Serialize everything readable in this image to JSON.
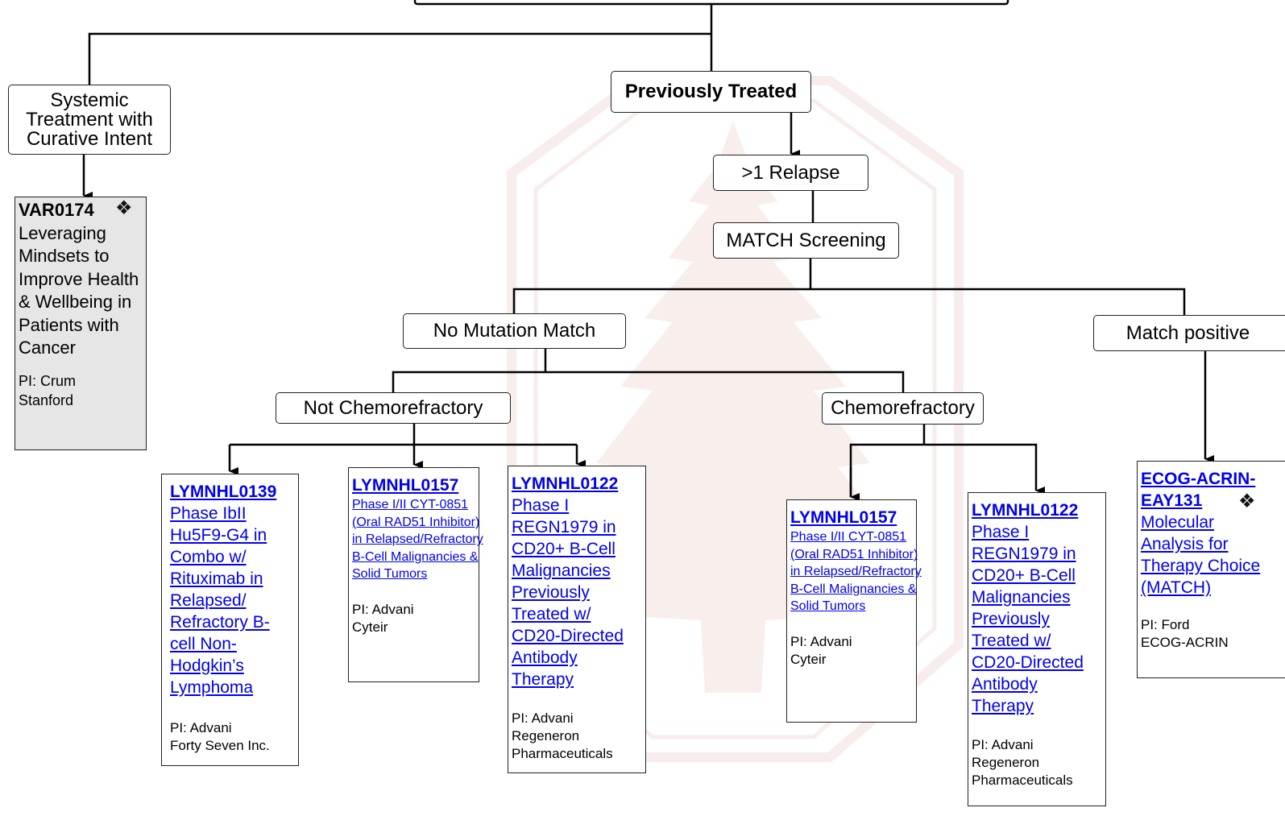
{
  "colors": {
    "link": "#0000ee",
    "grey_card": "#e6e6e6",
    "watermark": "#c97a70",
    "line": "#000000"
  },
  "watermark_icon": "stanford-tree-seal",
  "nodes": {
    "systemic": "Systemic Treatment with Curative Intent",
    "previously_treated": "Previously Treated",
    "relapse": ">1 Relapse",
    "match_screening": "MATCH Screening",
    "no_mutation_match": "No Mutation Match",
    "match_positive": "Match positive",
    "not_chemorefractory": "Not Chemorefractory",
    "chemorefractory": "Chemorefractory"
  },
  "cards": {
    "var0174": {
      "id": "VAR0174",
      "title": "Leveraging Mindsets to Improve Health & Wellbeing in Patients with Cancer",
      "pi": "PI: Crum",
      "sponsor": "Stanford",
      "mark": "❖"
    },
    "lymnhl0139": {
      "id": "LYMNHL0139",
      "title": "Phase IbII Hu5F9-G4 in Combo w/ Rituximab in Relapsed/ Refractory B-cell Non-Hodgkin’s Lymphoma",
      "pi": "PI:  Advani",
      "sponsor": "Forty Seven Inc."
    },
    "lymnhl0157_a": {
      "id": "LYMNHL0157",
      "title": "Phase I/II CYT-0851 (Oral RAD51 Inhibitor) in Relapsed/Refractory B-Cell Malignancies & Solid Tumors",
      "pi": "PI: Advani",
      "sponsor": "Cyteir"
    },
    "lymnhl0122_a": {
      "id": "LYMNHL0122",
      "title": "Phase I REGN1979 in CD20+ B-Cell Malignancies Previously Treated w/ CD20-Directed Antibody Therapy",
      "pi": "PI: Advani",
      "sponsor": "Regeneron Pharmaceuticals"
    },
    "lymnhl0157_b": {
      "id": "LYMNHL0157",
      "title": "Phase I/II CYT-0851 (Oral RAD51 Inhibitor) in Relapsed/Refractory B-Cell Malignancies & Solid Tumors",
      "pi": "PI: Advani",
      "sponsor": "Cyteir"
    },
    "lymnhl0122_b": {
      "id": "LYMNHL0122",
      "title": "Phase I REGN1979 in CD20+ B-Cell Malignancies Previously Treated w/ CD20-Directed Antibody Therapy",
      "pi": "PI: Advani",
      "sponsor": "Regeneron Pharmaceuticals"
    },
    "eay131": {
      "id": "ECOG-ACRIN-EAY131",
      "title": "Molecular Analysis for Therapy Choice (MATCH)",
      "pi": "PI:  Ford",
      "sponsor": "ECOG-ACRIN",
      "mark": "❖"
    }
  }
}
